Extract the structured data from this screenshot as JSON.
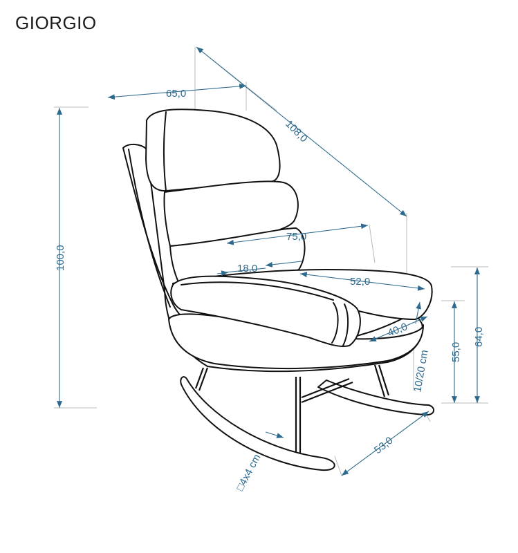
{
  "title": "GIORGIO",
  "colors": {
    "dimension": "#2e6a8e",
    "outline": "#111111",
    "extension_line": "#b8b8b8",
    "background": "#ffffff"
  },
  "dimensions": {
    "width": "65,0",
    "diagonal": "108,0",
    "height_total": "100,0",
    "armrest_depth": "75,0",
    "armrest_height": "18,0",
    "seat_depth": "52,0",
    "seat_width": "40,0",
    "seat_height": "55,0",
    "arm_height": "64,0",
    "leg_clearance": "10/20 cm",
    "base_length": "53,0",
    "leg_profile": "□4x4 cm"
  }
}
